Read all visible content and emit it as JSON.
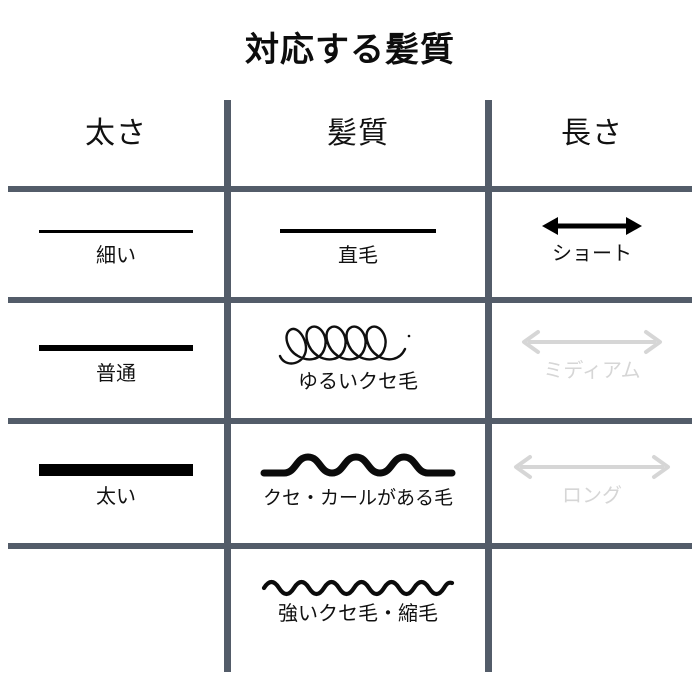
{
  "chart_data": {
    "type": "table",
    "title": "対応する髪質",
    "columns": [
      "太さ",
      "髪質",
      "長さ"
    ],
    "rows": [
      {
        "thickness": {
          "label": "細い",
          "glyph": "thin-line",
          "supported": true
        },
        "texture": {
          "label": "直毛",
          "glyph": "straight-line",
          "supported": true
        },
        "length": {
          "label": "ショート",
          "glyph": "double-arrow",
          "supported": true
        }
      },
      {
        "thickness": {
          "label": "普通",
          "glyph": "medium-line",
          "supported": true
        },
        "texture": {
          "label": "ゆるいクセ毛",
          "glyph": "loose-curl-coil",
          "supported": true
        },
        "length": {
          "label": "ミディアム",
          "glyph": "double-arrow",
          "supported": false
        }
      },
      {
        "thickness": {
          "label": "太い",
          "glyph": "thick-line",
          "supported": true
        },
        "texture": {
          "label": "クセ・カールがある毛",
          "glyph": "wavy-line",
          "supported": true
        },
        "length": {
          "label": "ロング",
          "glyph": "double-arrow",
          "supported": false
        }
      },
      {
        "thickness": {
          "label": "",
          "glyph": "",
          "supported": false
        },
        "texture": {
          "label": "強いクセ毛・縮毛",
          "glyph": "tight-zigzag",
          "supported": true
        },
        "length": {
          "label": "",
          "glyph": "",
          "supported": false
        }
      }
    ],
    "colors": {
      "grid": "#535c69",
      "ink": "#111111",
      "disabled": "#d6d6d6",
      "background": "#ffffff"
    },
    "legend_note": "",
    "grid": true
  }
}
